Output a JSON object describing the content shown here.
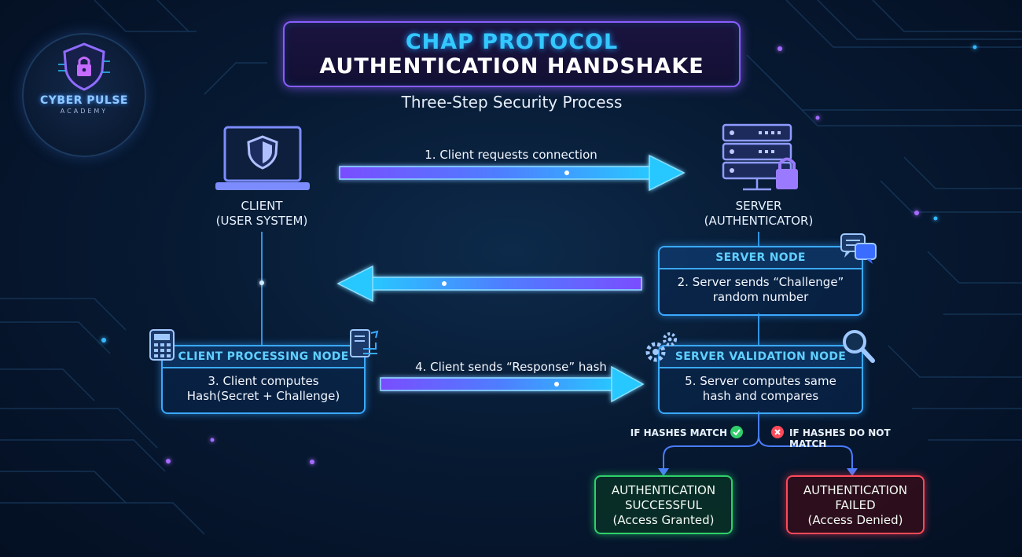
{
  "logo": {
    "title": "CYBER PULSE",
    "subtitle": "ACADEMY"
  },
  "header": {
    "title_line1": "CHAP PROTOCOL",
    "title_line2": "AUTHENTICATION HANDSHAKE",
    "subtitle": "Three-Step Security Process"
  },
  "client": {
    "line1": "CLIENT",
    "line2": "(USER SYSTEM)"
  },
  "server": {
    "line1": "SERVER",
    "line2": "(AUTHENTICATOR)"
  },
  "steps": {
    "step1": "1. Client requests connection",
    "step4": "4. Client sends “Response” hash"
  },
  "server_node": {
    "title": "SERVER NODE",
    "line1": "2. Server sends “Challenge”",
    "line2": "random number"
  },
  "client_node": {
    "title": "CLIENT PROCESSING NODE",
    "line1": "3. Client computes",
    "line2": "Hash(Secret + Challenge)"
  },
  "validation_node": {
    "title": "SERVER VALIDATION NODE",
    "line1": "5. Server computes same",
    "line2": "hash and compares"
  },
  "conditions": {
    "match": "IF HASHES MATCH",
    "nomatch": "IF HASHES DO NOT MATCH"
  },
  "results": {
    "success": {
      "line1": "AUTHENTICATION",
      "line2": "SUCCESSFUL",
      "line3": "(Access Granted)"
    },
    "failure": {
      "line1": "AUTHENTICATION",
      "line2": "FAILED",
      "line3": "(Access Denied)"
    }
  },
  "colors": {
    "accent_cyan": "#33c8ff",
    "accent_purple": "#8a5cff",
    "success_green": "#2fd06a",
    "failure_red": "#ff4a5a"
  },
  "icons": {
    "logo": "shield-lock-icon",
    "client": "laptop-shield-icon",
    "server": "server-lock-icon",
    "server_node": "chat-bubbles-icon",
    "client_node_left": "calculator-icon",
    "client_node_right": "document-code-icon",
    "validation_left": "gears-icon",
    "validation_right": "magnifier-icon",
    "match": "check-circle-icon",
    "nomatch": "x-circle-icon"
  }
}
